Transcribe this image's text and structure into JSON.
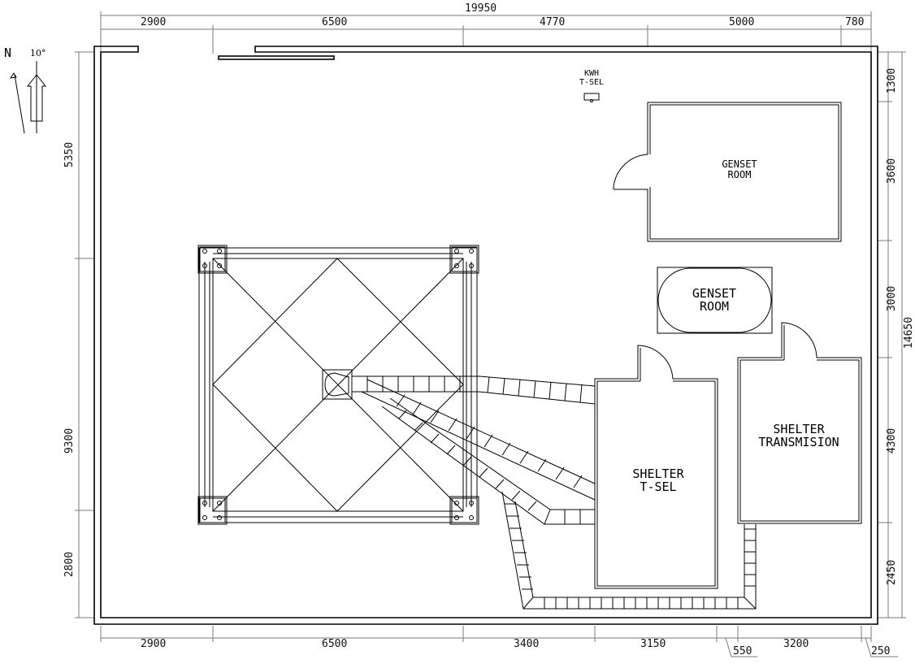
{
  "north": {
    "letter": "N",
    "angle": "10°"
  },
  "dimensions": {
    "top_total": "19950",
    "top": [
      "2900",
      "6500",
      "4770",
      "5000",
      "780"
    ],
    "bottom": [
      "2900",
      "6500",
      "3400",
      "3150",
      "550",
      "3200",
      "250"
    ],
    "left": [
      "5350",
      "9300",
      "2800"
    ],
    "right": [
      "1300",
      "3600",
      "3000",
      "4300",
      "2450"
    ],
    "right_total": "14650"
  },
  "rooms": {
    "kwh": {
      "line1": "KWH",
      "line2": "T-SEL"
    },
    "genset_room": {
      "line1": "GENSET",
      "line2": "ROOM"
    },
    "genset_unit": {
      "line1": "GENSET",
      "line2": "ROOM"
    },
    "shelter_tsel": {
      "line1": "SHELTER",
      "line2": "T-SEL"
    },
    "shelter_trans": {
      "line1": "SHELTER",
      "line2": "TRANSMISION"
    }
  },
  "colors": {
    "line": "#000000",
    "dimension": "#7a7a7a",
    "background": "#ffffff"
  }
}
